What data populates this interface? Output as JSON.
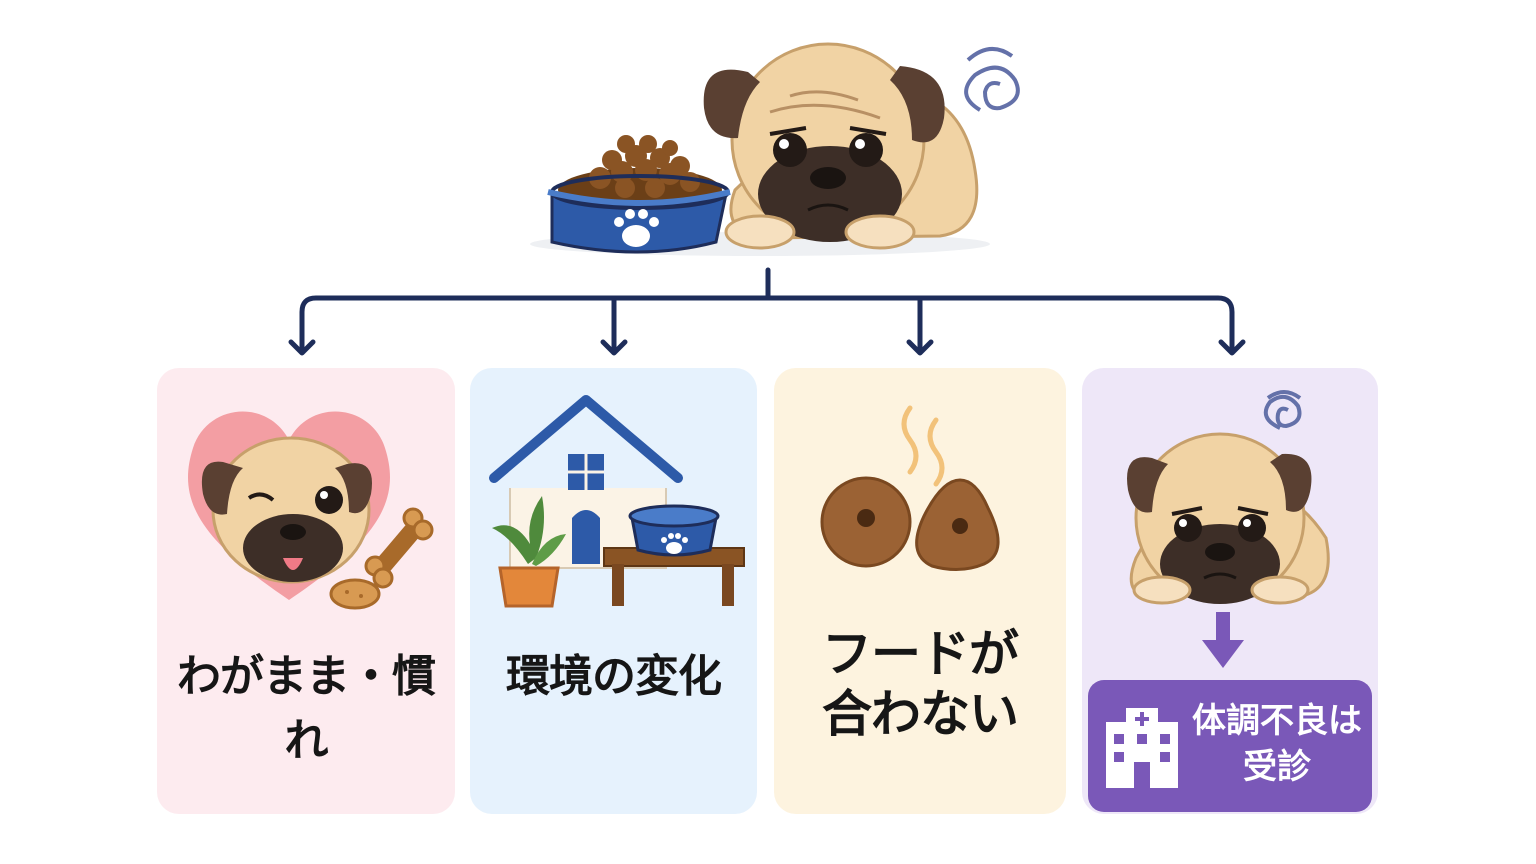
{
  "colors": {
    "connector": "#1e2d5a",
    "card_1_bg": "#fdebef",
    "card_2_bg": "#e6f2fd",
    "card_3_bg": "#fdf3df",
    "card_4_bg": "#eee7f8",
    "hospital_bg": "#7a58b8",
    "arrow_purple": "#7a58b8"
  },
  "top_illustration": {
    "icons": [
      "food-bowl-icon",
      "paw-icon",
      "sad-pug-icon",
      "dizzy-swirl-icon"
    ]
  },
  "cards": [
    {
      "label": "わがまま・慣れ",
      "icons": [
        "heart-icon",
        "winking-pug-icon",
        "bone-treat-icon",
        "cookie-icon"
      ]
    },
    {
      "label": "環境の変化",
      "icons": [
        "house-icon",
        "potted-plant-icon",
        "raised-food-bowl-icon"
      ]
    },
    {
      "label_line1": "フードが",
      "label_line2": "合わない",
      "icons": [
        "kibble-icon",
        "smell-wave-icon"
      ]
    },
    {
      "icons": [
        "sad-pug-icon",
        "dizzy-swirl-icon",
        "down-arrow-icon"
      ],
      "hospital": {
        "line1": "体調不良は",
        "line2": "受診",
        "icon": "hospital-icon"
      }
    }
  ]
}
